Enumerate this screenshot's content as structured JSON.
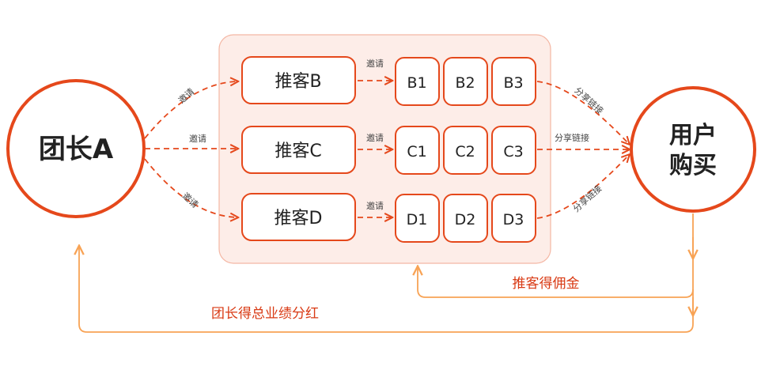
{
  "nodes": {
    "leader": "团长A",
    "buyer_line1": "用户",
    "buyer_line2": "购买",
    "promoters": [
      "推客B",
      "推客C",
      "推客D"
    ],
    "subs": [
      [
        "B1",
        "B2",
        "B3"
      ],
      [
        "C1",
        "C2",
        "C3"
      ],
      [
        "D1",
        "D2",
        "D3"
      ]
    ]
  },
  "edge_labels": {
    "invite": "邀请",
    "share_link": "分享链接"
  },
  "flows": {
    "commission": "推客得佣金",
    "dividend": "团长得总业绩分红"
  },
  "colors": {
    "accent": "#E5481B",
    "accent_dark": "#D93A14",
    "panel_fill": "#FDEDE8",
    "panel_stroke": "#F4B7A4",
    "return_line": "#F8A355",
    "text_dark": "#222222"
  }
}
